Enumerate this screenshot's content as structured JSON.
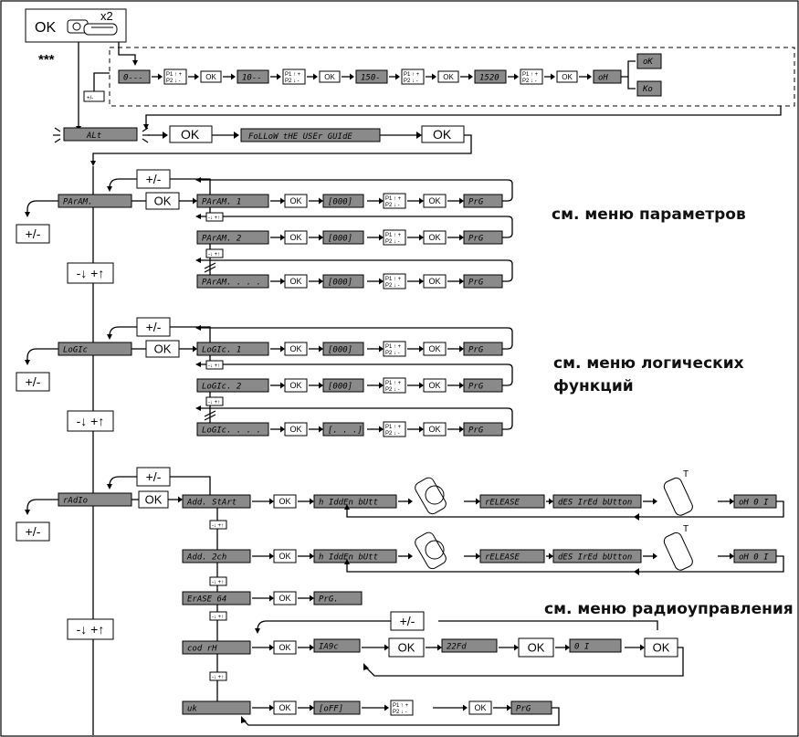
{
  "top": {
    "ok_label": "OK",
    "times_label": "x2",
    "stars": "***",
    "plusminus_small": "+/-"
  },
  "dashed_sequence": {
    "codes": [
      "0---",
      "10--",
      "150-",
      "1520",
      "oH"
    ],
    "ok_label": "OK",
    "result_ok": "oK",
    "result_ko": "Ko"
  },
  "alt_row": {
    "display": "ALt",
    "ok_label": "OK",
    "guide": "FoLLoW tHE USEr GUIdE",
    "ok2_label": "OK"
  },
  "common": {
    "plusminus": "+/-",
    "down_up": "-↓ +↑",
    "small_step": "-↓ +↑",
    "ok": "OK",
    "value": "[000]",
    "prog": "PrG",
    "p1p2": "P1 ↑ +  P2 ↓ -"
  },
  "param_menu": {
    "title": "PArAM.",
    "items": [
      "PArAM. 1",
      "PArAM. 2",
      "PArAM. . . ."
    ],
    "note": "см. меню параметров"
  },
  "logic_menu": {
    "title": "LoGIc",
    "items": [
      "LoGIc. 1",
      "LoGIc. 2",
      "LoGIc. . . ."
    ],
    "value_last": "[. . .]",
    "note_line1": "см. меню логических",
    "note_line2": "функций"
  },
  "radio_menu": {
    "title": "rAdIo",
    "add_start": "Add. StArt",
    "add_2ch": "Add. 2ch",
    "hidden": "h IddEn bUtt",
    "release": "rELEASE",
    "desired": "dES IrEd bUtton",
    "result": "oH 0 I",
    "erase": "ErASE 64",
    "prg_dot": "PrG.",
    "cod_rh": "cod rH",
    "code1": "IA9c",
    "code2": "22Fd",
    "code3": "0 I",
    "uk": "uk",
    "off": "[oFF]",
    "note": "см. меню радиоуправления"
  }
}
